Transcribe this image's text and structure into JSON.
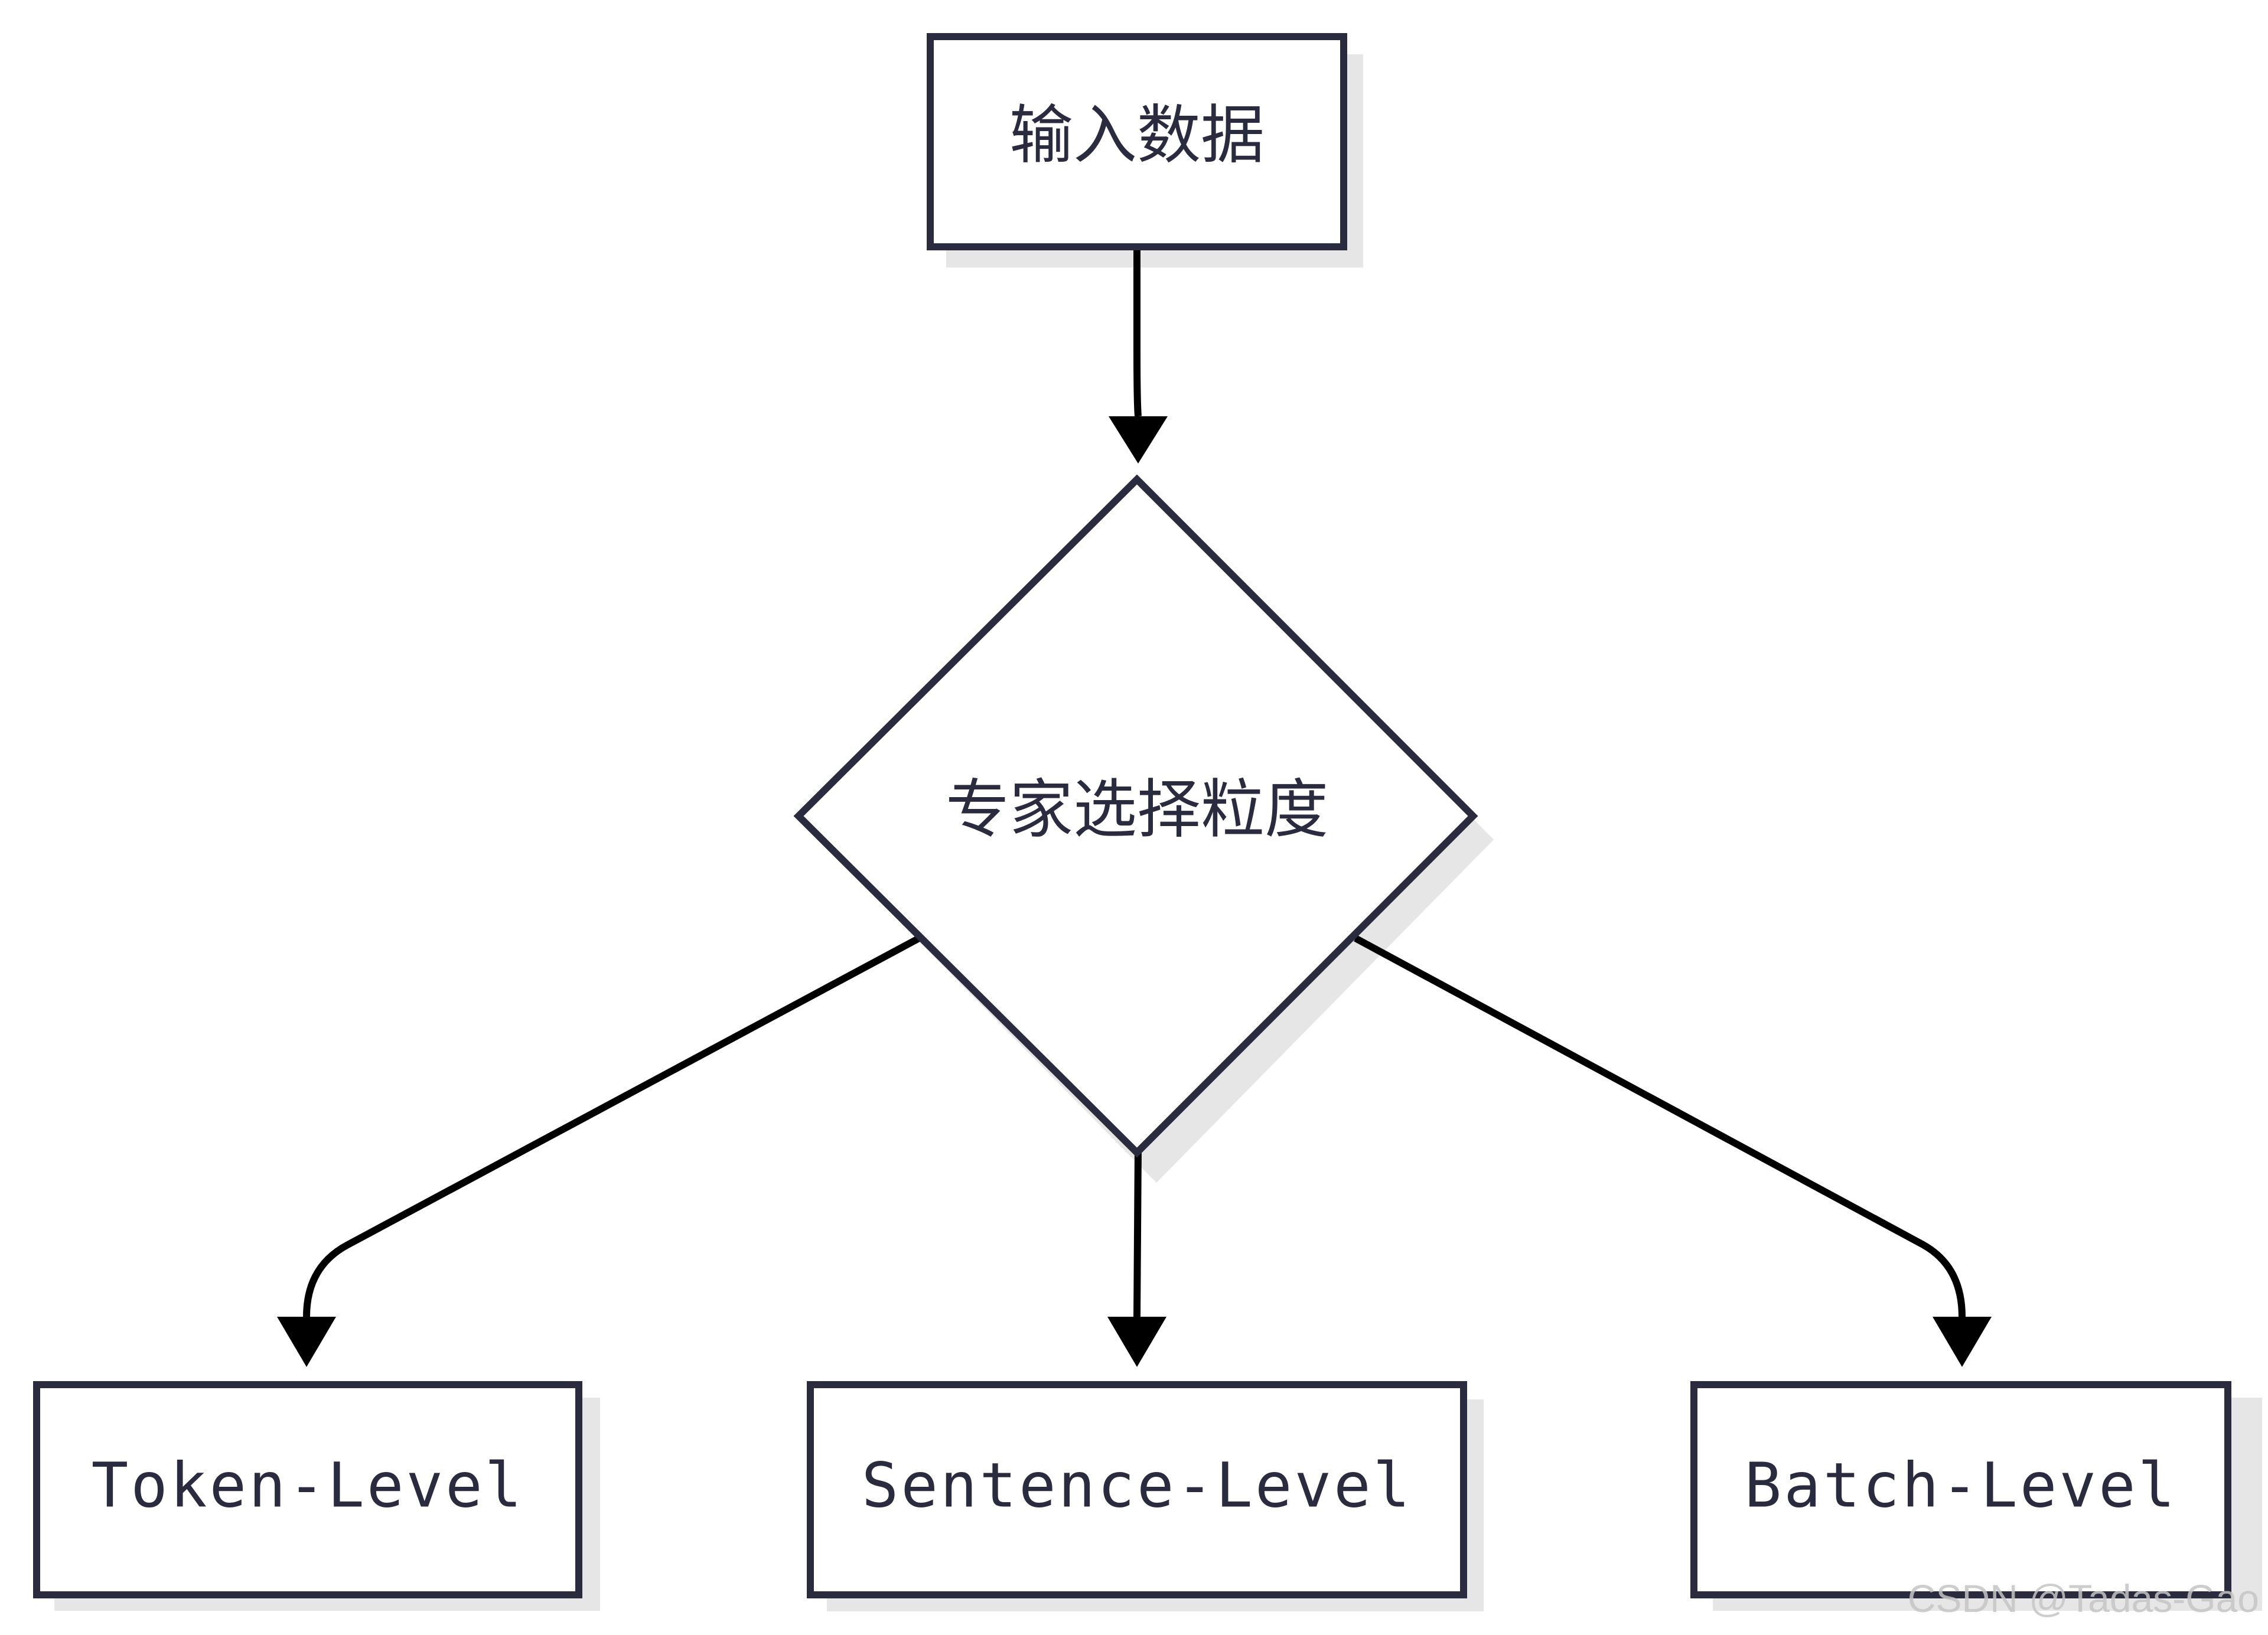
{
  "diagram": {
    "type": "flowchart",
    "nodes": [
      {
        "id": "input",
        "label": "输入数据",
        "shape": "rectangle"
      },
      {
        "id": "granularity",
        "label": "专家选择粒度",
        "shape": "diamond"
      },
      {
        "id": "token",
        "label": "Token-Level",
        "shape": "rectangle"
      },
      {
        "id": "sentence",
        "label": "Sentence-Level",
        "shape": "rectangle"
      },
      {
        "id": "batch",
        "label": "Batch-Level",
        "shape": "rectangle"
      }
    ],
    "edges": [
      {
        "from": "input",
        "to": "granularity"
      },
      {
        "from": "granularity",
        "to": "token"
      },
      {
        "from": "granularity",
        "to": "sentence"
      },
      {
        "from": "granularity",
        "to": "batch"
      }
    ]
  },
  "watermark": "CSDN @Tadas-Gao",
  "colors": {
    "stroke": "#2b2b3f",
    "edge": "#000000",
    "shadow": "#e6e6e6",
    "text": "#2b2b3f"
  }
}
